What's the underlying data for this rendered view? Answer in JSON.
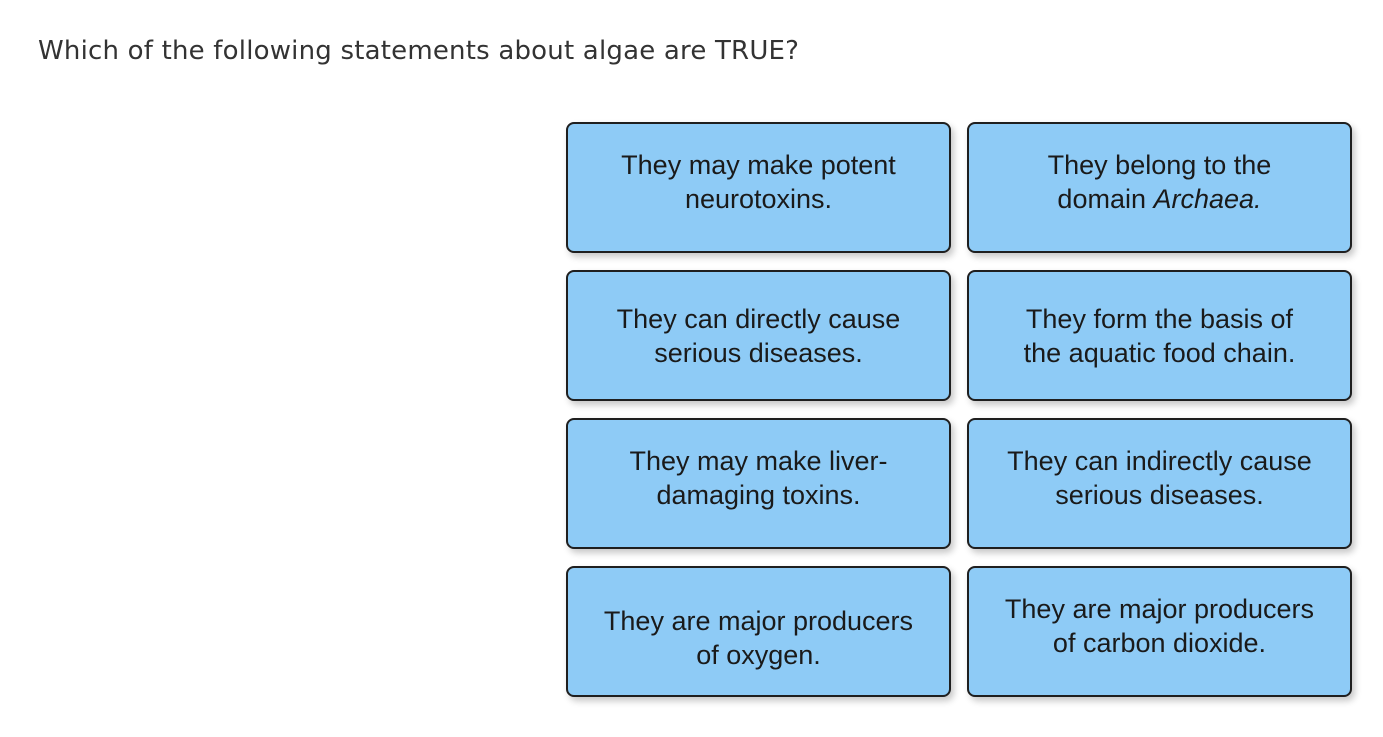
{
  "question": {
    "text": "Which of the following statements about algae are TRUE?"
  },
  "tiles": [
    {
      "line1": "They may make potent",
      "line2": "neurotoxins."
    },
    {
      "line1": "They belong to the",
      "line2_prefix": "domain ",
      "line2_italic": "Archaea."
    },
    {
      "line1": "They can directly cause",
      "line2": "serious diseases."
    },
    {
      "line1": "They form the basis of",
      "line2": "the aquatic food chain."
    },
    {
      "line1": "They may make liver-",
      "line2": "damaging toxins."
    },
    {
      "line1": "They can indirectly cause",
      "line2": "serious diseases."
    },
    {
      "line1": "They are major producers",
      "line2": "of oxygen."
    },
    {
      "line1": "They are major producers",
      "line2": "of carbon dioxide."
    }
  ],
  "colors": {
    "tile_fill": "#8ecbf6",
    "tile_border": "#1f1f1f",
    "question_text": "#333333"
  }
}
